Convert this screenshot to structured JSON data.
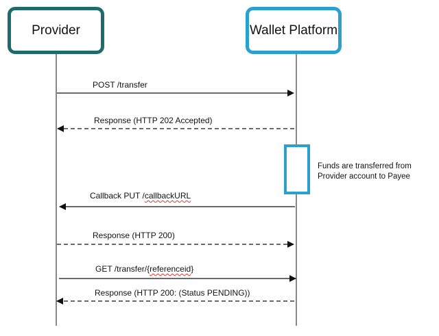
{
  "participants": {
    "provider": "Provider",
    "wallet": "Wallet Platform"
  },
  "messages": [
    {
      "text": "POST /transfer",
      "style": "solid",
      "direction": "to-wallet"
    },
    {
      "text": "Response  (HTTP 202 Accepted)",
      "style": "dashed",
      "direction": "to-provider"
    },
    {
      "pre": "Callback PUT /",
      "squiggle": "callbackURL",
      "post": "",
      "style": "solid",
      "direction": "to-provider"
    },
    {
      "text": "Response (HTTP 200)",
      "style": "dashed",
      "direction": "to-wallet"
    },
    {
      "pre": "GET /transfer/{",
      "squiggle": "referenceid",
      "post": "}",
      "style": "solid",
      "direction": "to-wallet"
    },
    {
      "text": "Response (HTTP 200: (Status PENDING))",
      "style": "dashed",
      "direction": "to-provider"
    }
  ],
  "note": {
    "line1": "Funds are transferred from",
    "line2": "Provider account to Payee"
  },
  "colors": {
    "provider_border": "#1f6b6b",
    "wallet_border": "#2a9fd0",
    "activation_border": "#2a9fd0",
    "arrow": "#111111"
  }
}
